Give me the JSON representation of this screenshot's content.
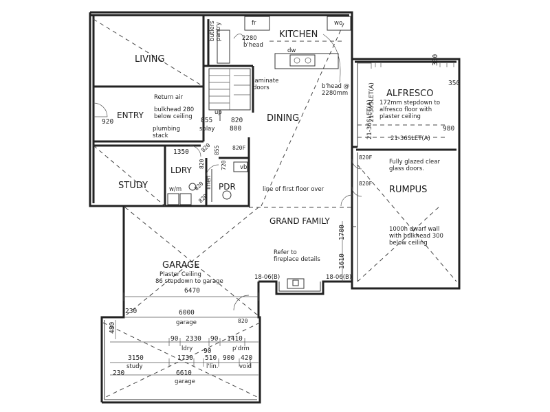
{
  "rooms": {
    "kitchen": "KITCHEN",
    "living": "LIVING",
    "entry": "ENTRY",
    "dining": "DINING",
    "alfresco": "ALFRESCO",
    "study": "STUDY",
    "ldry": "LDRY",
    "pdr": "PDR",
    "rumpus": "RUMPUS",
    "grand_family": "GRAND FAMILY",
    "garage": "GARAGE"
  },
  "notes": {
    "butlers_1": "butlers",
    "butlers_2": "pantry",
    "bhead_kitchen_1": "2280",
    "bhead_kitchen_2": "b'head",
    "dw": "dw",
    "fr": "fr",
    "wo": "wo",
    "laminate_1": "laminate",
    "laminate_2": "doors",
    "bhead_dining_1": "b'head @",
    "bhead_dining_2": "2280mm",
    "return_air": "Return air",
    "bulkhead_1": "bulkhead 280",
    "bulkhead_2": "below ceiling",
    "plumbing_1": "plumbing",
    "plumbing_2": "stack",
    "up": "up",
    "splay": "splay",
    "alfresco_1": "172mm stepdown to",
    "alfresco_2": "alfresco floor with",
    "alfresco_3": "plaster ceiling",
    "lintel_a_1": "21-36SLET(A)",
    "lintel_a_2": "21-36SLET(A)",
    "lintel_a_3": "21-36SLET(A)",
    "glazed_1": "Fully glazed clear",
    "glazed_2": "glass doors.",
    "first_floor": "line of first floor over",
    "vb": "vb",
    "wm": "w/m",
    "linen": "linen",
    "dwarf_1": "1000h dwarf wall",
    "dwarf_2": "with bulkhead 300",
    "dwarf_3": "below ceiling",
    "fireplace_1": "Refer to",
    "fireplace_2": "fireplace details",
    "lintel_b_1": "18-06(B)",
    "lintel_b_2": "18-06(B)",
    "garage_1": "Plaster Ceiling",
    "garage_2": "86 stepdown to garage",
    "ldry_label": "ldry",
    "pdr_label": "p'drm",
    "linen_label": "l'lin.",
    "void_label": "void",
    "study_label": "study",
    "garage_label_1": "garage",
    "garage_label_2": "garage"
  },
  "dimensions": {
    "d920": "920",
    "d855a": "855",
    "d820a": "820",
    "d800": "800",
    "d1350": "1350",
    "d820f_a": "820F",
    "d820b": "820",
    "d855b": "855",
    "d720": "720",
    "d820c": "820",
    "d820d": "820",
    "d820e": "820",
    "d350a": "350",
    "d350b": "350",
    "d980": "980",
    "d820f_b": "820F",
    "d820f_c": "820F",
    "d1700": "1700",
    "d1610": "1610",
    "d6470": "6470",
    "d230a": "230",
    "d6000": "6000",
    "d820g": "820",
    "d480": "480",
    "d90a": "90",
    "d2330": "2330",
    "d90b": "90",
    "d1410": "1410",
    "d3150": "3150",
    "d1730": "1730",
    "d90c": "90",
    "d510": "510",
    "d900": "900",
    "d420": "420",
    "d230b": "230",
    "d6610": "6610"
  }
}
